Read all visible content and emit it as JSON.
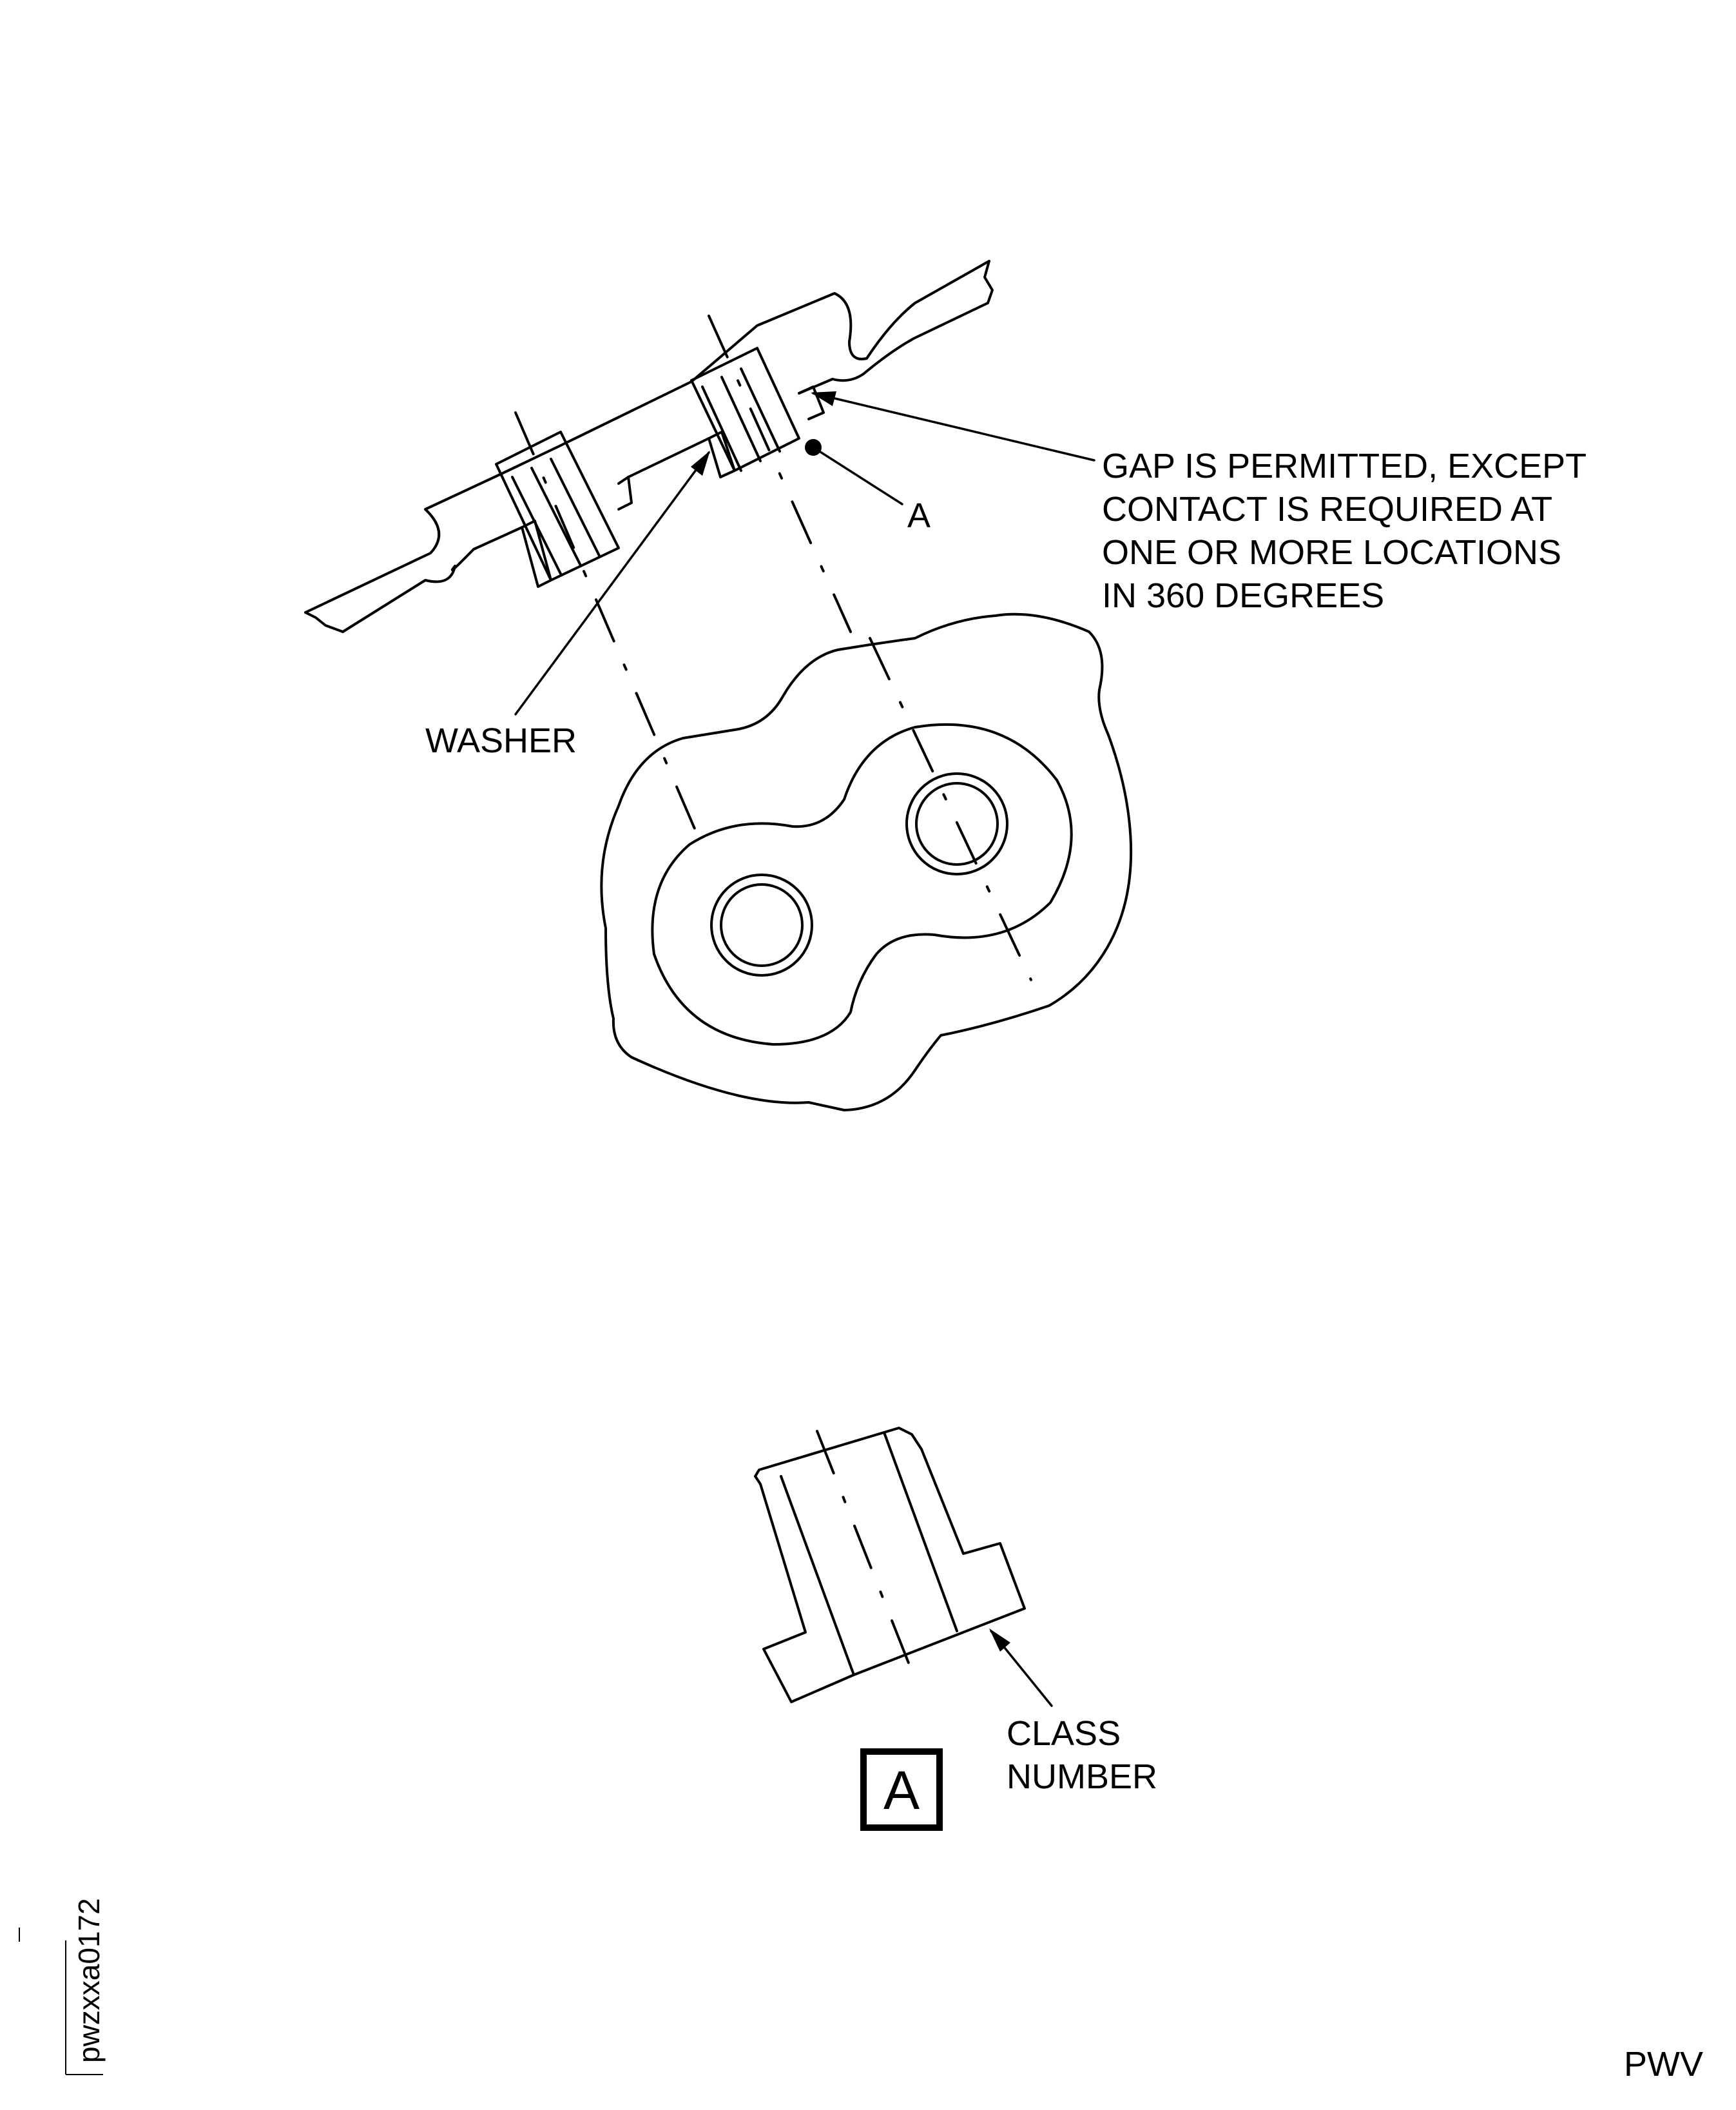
{
  "labels": {
    "gap_note": [
      "GAP IS PERMITTED, EXCEPT",
      "CONTACT IS REQUIRED AT",
      "ONE OR MORE LOCATIONS",
      "IN 360 DEGREES"
    ],
    "point_a": "A",
    "washer": "WASHER",
    "class_number": [
      "CLASS",
      "NUMBER"
    ],
    "view_box_letter": "A",
    "figure_id": "pwzxxa0172",
    "corner_code": "PWV"
  },
  "colors": {
    "line": "#000000",
    "background": "#ffffff"
  }
}
